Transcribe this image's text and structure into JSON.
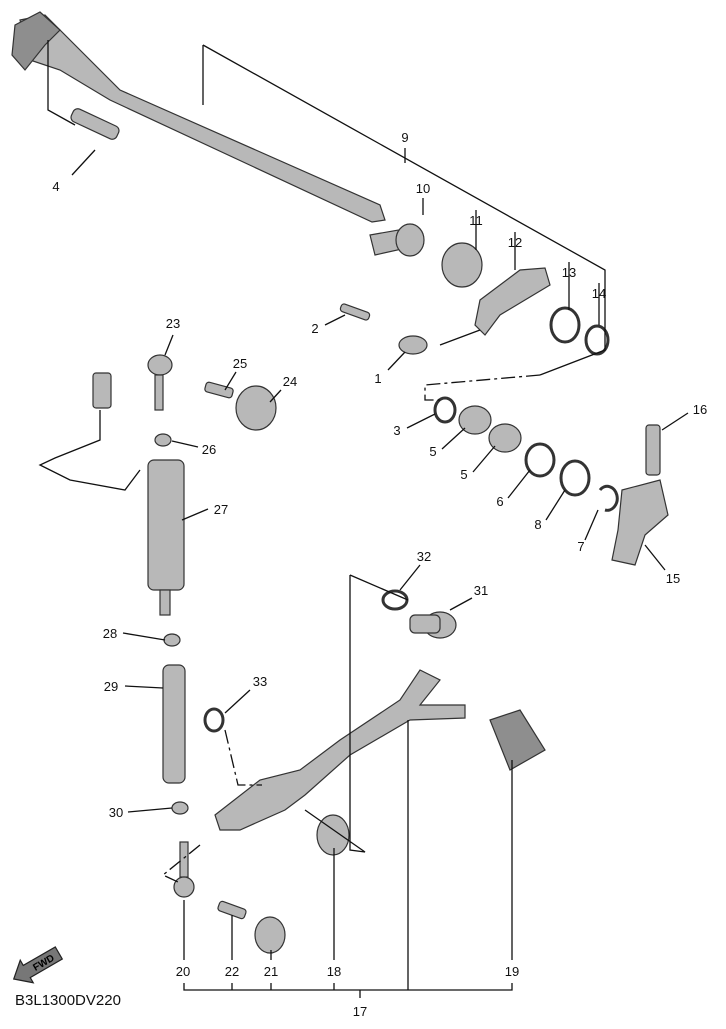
{
  "diagram_code": "B3L1300DV220",
  "fwd_label": "FWD",
  "callouts": {
    "c1": "1",
    "c2": "2",
    "c3": "3",
    "c4": "4",
    "c5a": "5",
    "c5b": "5",
    "c6": "6",
    "c7": "7",
    "c8": "8",
    "c9": "9",
    "c10": "10",
    "c11": "11",
    "c12": "12",
    "c13": "13",
    "c14": "14",
    "c15": "15",
    "c16": "16",
    "c17": "17",
    "c18": "18",
    "c19": "19",
    "c20": "20",
    "c21": "21",
    "c22": "22",
    "c23": "23",
    "c24": "24",
    "c25": "25",
    "c26": "26",
    "c27": "27",
    "c28": "28",
    "c29": "29",
    "c30": "30",
    "c31": "31",
    "c32": "32",
    "c33": "33"
  }
}
